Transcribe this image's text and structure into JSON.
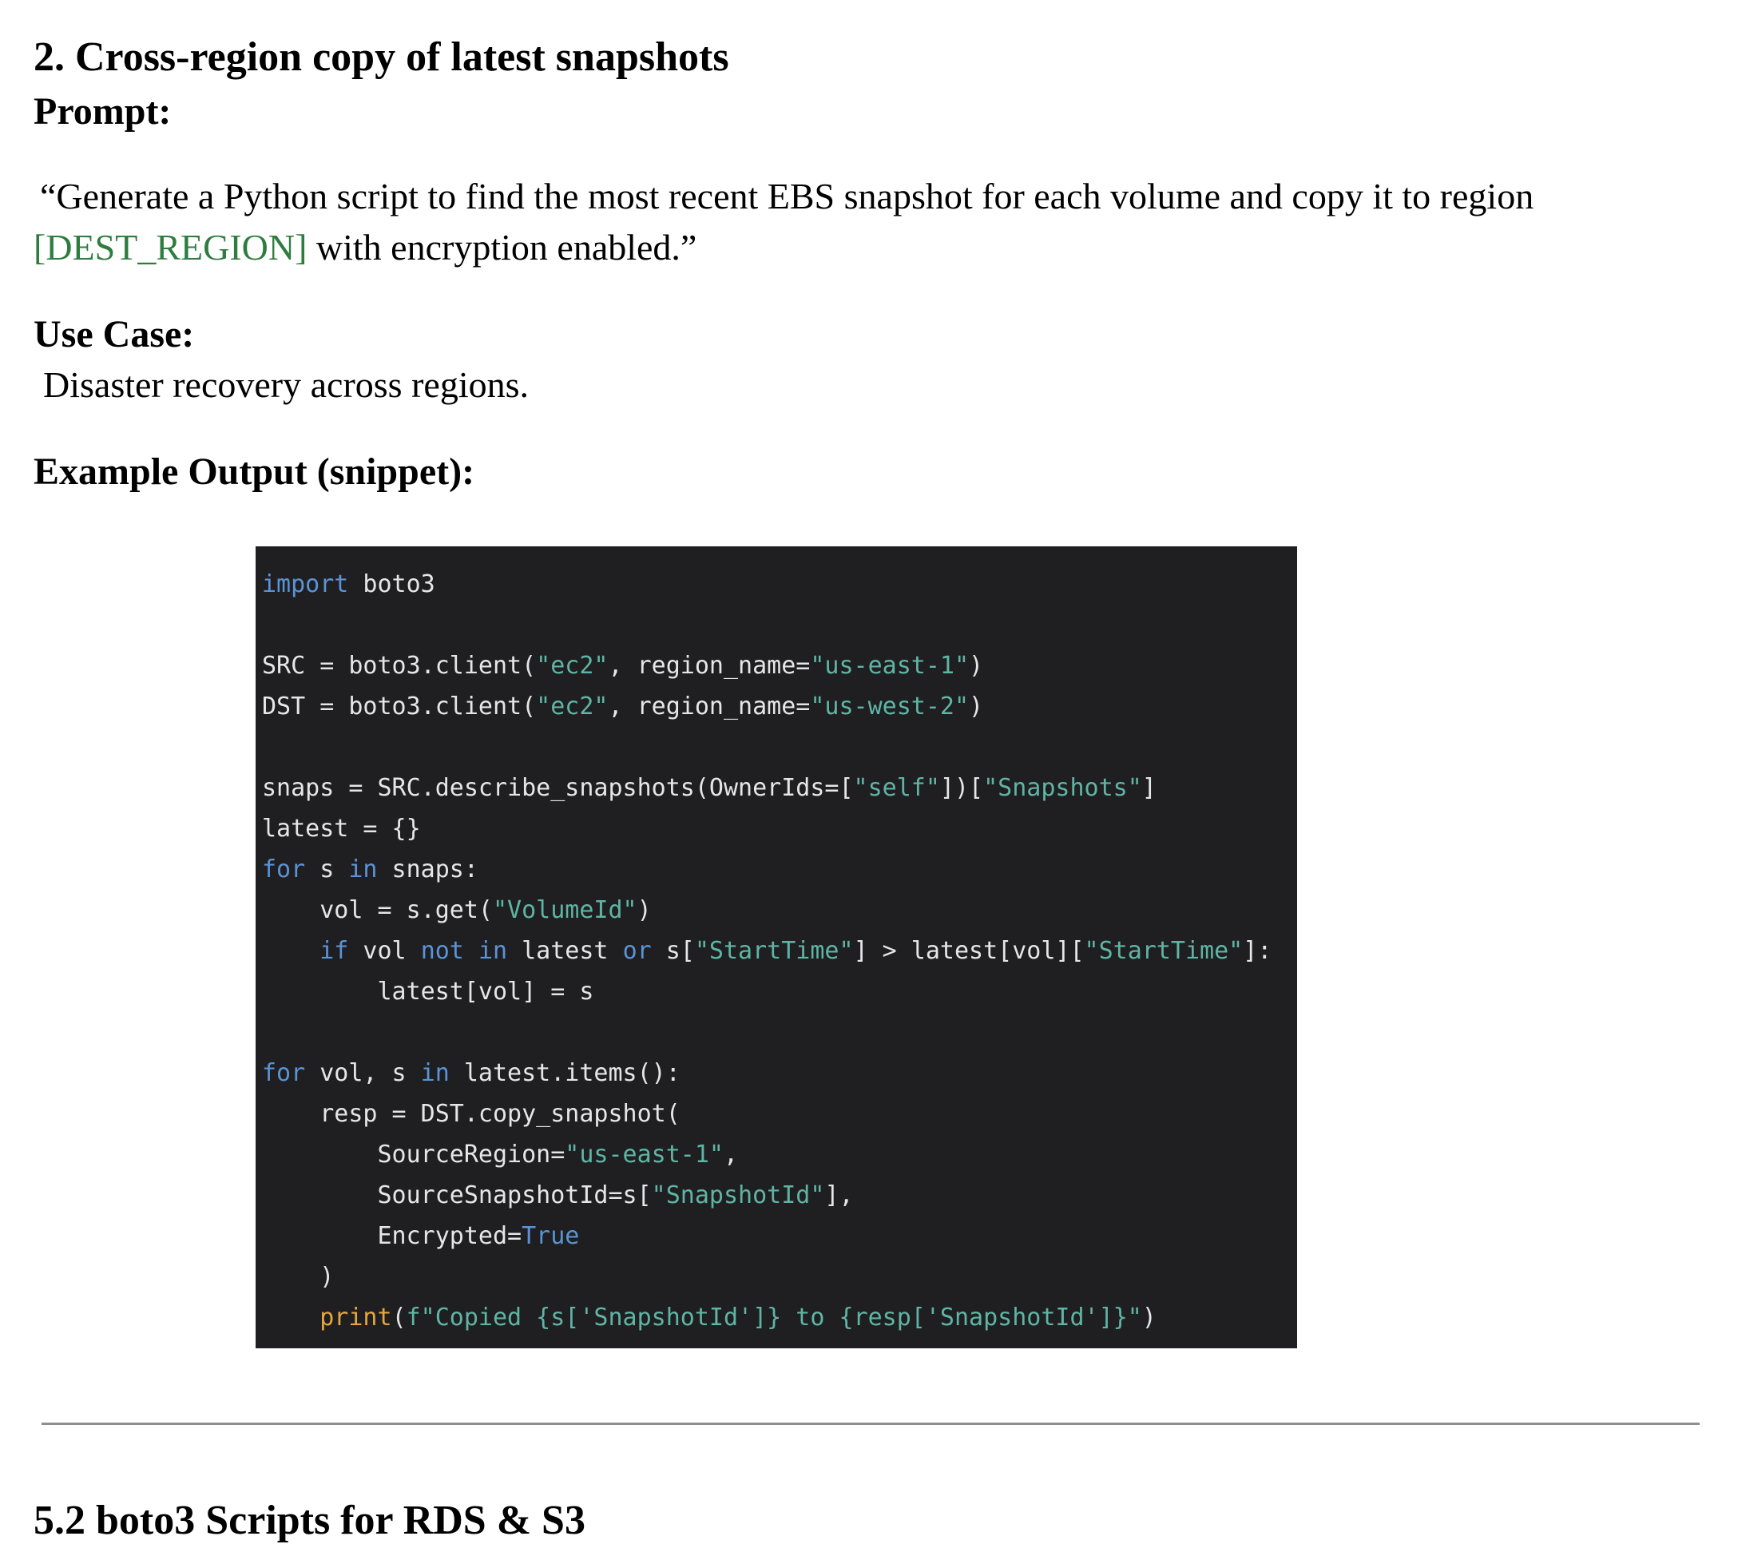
{
  "section": {
    "heading": "2. Cross-region copy of latest snapshots",
    "prompt_label": "Prompt:",
    "prompt_text_line1": "“Generate a Python script to find the most recent EBS snapshot for each volume and copy it to region",
    "prompt_placeholder": "[DEST_REGION]",
    "prompt_text_line2_rest": " with encryption enabled.”",
    "usecase_label": "Use Case:",
    "usecase_text": "Disaster recovery across regions.",
    "example_label": "Example Output (snippet):"
  },
  "code": {
    "lines": [
      [
        {
          "t": "import",
          "c": "kw"
        },
        {
          "t": " boto3"
        }
      ],
      [],
      [
        {
          "t": "SRC = boto3.client("
        },
        {
          "t": "\"ec2\"",
          "c": "str"
        },
        {
          "t": ", region_name="
        },
        {
          "t": "\"us-east-1\"",
          "c": "str"
        },
        {
          "t": ")"
        }
      ],
      [
        {
          "t": "DST = boto3.client("
        },
        {
          "t": "\"ec2\"",
          "c": "str"
        },
        {
          "t": ", region_name="
        },
        {
          "t": "\"us-west-2\"",
          "c": "str"
        },
        {
          "t": ")"
        }
      ],
      [],
      [
        {
          "t": "snaps = SRC.describe_snapshots(OwnerIds=["
        },
        {
          "t": "\"self\"",
          "c": "str"
        },
        {
          "t": "])["
        },
        {
          "t": "\"Snapshots\"",
          "c": "str"
        },
        {
          "t": "]"
        }
      ],
      [
        {
          "t": "latest = {}"
        }
      ],
      [
        {
          "t": "for",
          "c": "kw"
        },
        {
          "t": " s "
        },
        {
          "t": "in",
          "c": "kw"
        },
        {
          "t": " snaps:"
        }
      ],
      [
        {
          "t": "    vol = s.get("
        },
        {
          "t": "\"VolumeId\"",
          "c": "str"
        },
        {
          "t": ")"
        }
      ],
      [
        {
          "t": "    "
        },
        {
          "t": "if",
          "c": "kw"
        },
        {
          "t": " vol "
        },
        {
          "t": "not",
          "c": "kw"
        },
        {
          "t": " "
        },
        {
          "t": "in",
          "c": "kw"
        },
        {
          "t": " latest "
        },
        {
          "t": "or",
          "c": "kw"
        },
        {
          "t": " s["
        },
        {
          "t": "\"StartTime\"",
          "c": "str"
        },
        {
          "t": "] > latest[vol]["
        },
        {
          "t": "\"StartTime\"",
          "c": "str"
        },
        {
          "t": "]:"
        }
      ],
      [
        {
          "t": "        latest[vol] = s"
        }
      ],
      [],
      [
        {
          "t": "for",
          "c": "kw"
        },
        {
          "t": " vol, s "
        },
        {
          "t": "in",
          "c": "kw"
        },
        {
          "t": " latest.items():"
        }
      ],
      [
        {
          "t": "    resp = DST.copy_snapshot("
        }
      ],
      [
        {
          "t": "        SourceRegion="
        },
        {
          "t": "\"us-east-1\"",
          "c": "str"
        },
        {
          "t": ","
        }
      ],
      [
        {
          "t": "        SourceSnapshotId=s["
        },
        {
          "t": "\"SnapshotId\"",
          "c": "str"
        },
        {
          "t": "],"
        }
      ],
      [
        {
          "t": "        Encrypted="
        },
        {
          "t": "True",
          "c": "kw"
        }
      ],
      [
        {
          "t": "    )"
        }
      ],
      [
        {
          "t": "    "
        },
        {
          "t": "print",
          "c": "fn"
        },
        {
          "t": "("
        },
        {
          "t": "f\"Copied {s['SnapshotId']} to {resp['SnapshotId']}\"",
          "c": "str"
        },
        {
          "t": ")"
        }
      ]
    ]
  },
  "next_section": {
    "heading": "5.2 boto3 Scripts for RDS & S3"
  }
}
